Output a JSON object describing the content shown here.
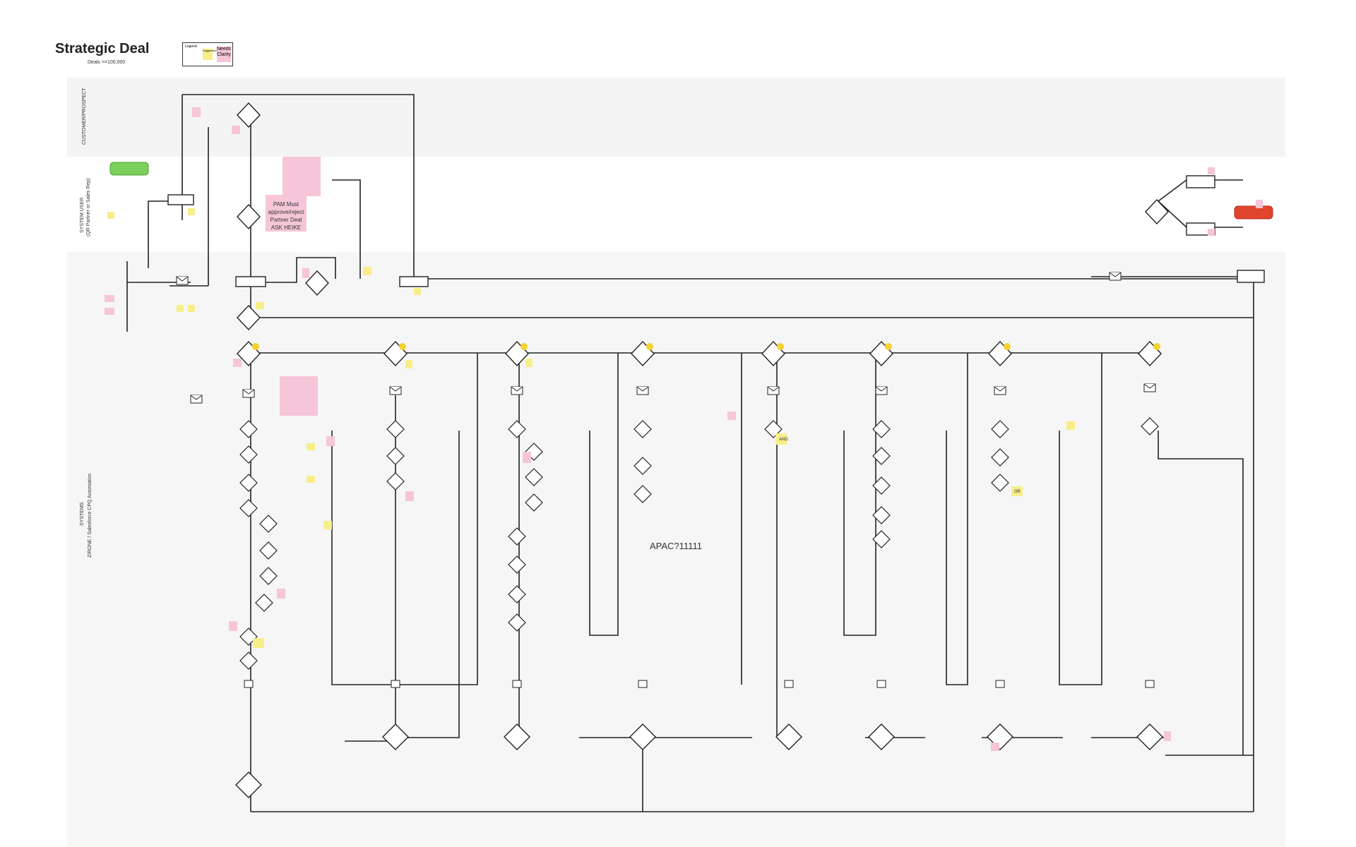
{
  "header": {
    "title": "Strategic Deal",
    "subtitle": "Deals >=100,000"
  },
  "legend": {
    "title": "Legend",
    "swatch_yellow_label": "Suggestion",
    "swatch_pink_label": "Needs Clarity"
  },
  "lanes": [
    {
      "label": "CUSTOMER/PROSPECT"
    },
    {
      "label": "SYSTEM USER",
      "sublabel": "(QR Partner or Sales Rep)"
    },
    {
      "label": "SYSTEMS",
      "sublabel": "ZIRONE / Salesforce CPQ Automation"
    }
  ],
  "notes": {
    "pam_note": [
      "PAM Must",
      "approve/reject",
      "Partner Deal",
      "ASK HEIKE"
    ],
    "apac_note": "APAC?11111",
    "and_label": "AND",
    "or_label": "OR"
  },
  "colors": {
    "lane_fill": "#f5f5f5",
    "sticky_yellow": "#f7ee8a",
    "sticky_pink": "#f6c6d8",
    "start_green": "#7ccf5a",
    "end_red": "#e2452f",
    "line": "#222222"
  }
}
